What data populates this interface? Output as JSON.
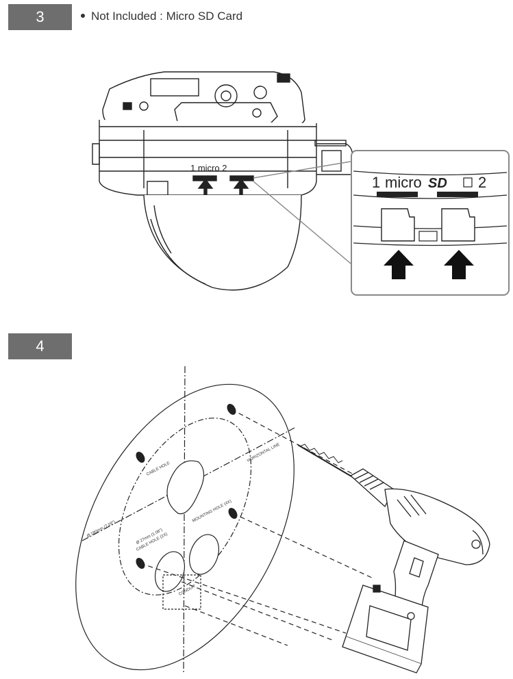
{
  "step3": {
    "number": "3",
    "note_text": "Not Included : Micro SD Card",
    "slot_1_label": "1",
    "slot_brand": "micro",
    "slot_2_label": "2"
  },
  "step4": {
    "number": "4",
    "labels": {
      "cable_hole": "CABLE HOLE",
      "horizontal_line": "HORIZONTAL LINE",
      "mounting_hole": "MOUNTING HOLE (4X)",
      "diameter_outer": "Ø 180mm (7.09\")",
      "diameter_cable": "Ø 27mm (1.06\")",
      "cable_hole_2x": "CABLE HOLE (2X)",
      "conduit": "CONDUIT"
    }
  },
  "colors": {
    "badge": "#6e6e6e",
    "line": "#222222",
    "callout_border": "#888888"
  }
}
